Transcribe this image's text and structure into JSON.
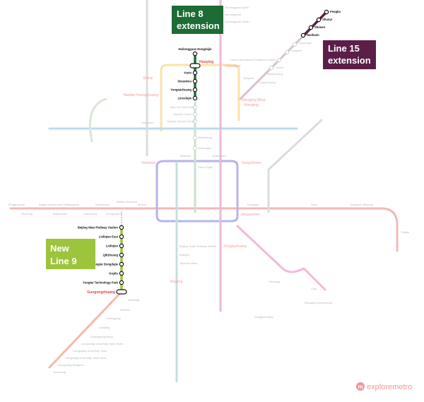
{
  "callouts": {
    "line8": [
      "Line 8",
      "extension"
    ],
    "line15": [
      "Line 15",
      "extension"
    ],
    "line9": [
      "New",
      "Line 9"
    ]
  },
  "colors": {
    "line8": "#1d6b35",
    "line15": "#5b1f47",
    "line9": "#9cc43c",
    "interchange": "#e8403f"
  },
  "line8_extension": {
    "stations": [
      "Huilongguan Dongdajie",
      "Huoying",
      "Yuxin",
      "Xixiaokou",
      "Yongtaizhuang",
      "Linculujie"
    ],
    "faded_continuation": [
      "Gate of Forest Park",
      "Olympic Green",
      "Olympic Sports Center",
      "Beitucheng",
      "Anhuaqiao",
      "Gulou Dajie"
    ]
  },
  "line15_extension": {
    "stations": [
      "Fengbo",
      "Shunyi",
      "Shimen",
      "Nanfaxin"
    ],
    "faded_continuation": [
      "Houshayu",
      "Huajiadi",
      "China International Exhibition Center",
      "Sunhe",
      "Maquanying",
      "Cuigezhuang",
      "Wangjing"
    ]
  },
  "line9_new": {
    "stations": [
      "Beijing West Railway Station",
      "Liuliqiao East",
      "Liuliqiao",
      "Qilizhuang",
      "Fengtai Dongdajie",
      "Keyilu",
      "Fengtai Technology Park",
      "Guogongzhuang"
    ]
  },
  "faded_labels": {
    "line1": [
      "Pingguoyuan",
      "Gucheng",
      "Bajiao Amusement Park",
      "Babaoshan",
      "Yuquanlu",
      "Wukesong",
      "Wanshoulu",
      "Gongzhufen",
      "Military Museum",
      "Muxidi",
      "Dongdan",
      "Sihui",
      "Tongzhou Beiyuan",
      "Tuqiao"
    ],
    "fangshan": [
      "Dabaotai",
      "Daotian",
      "Changyang",
      "Libafang",
      "Guangyangcheng",
      "Liangxiang University Town North",
      "Liangxiang University Town",
      "Liangxiang University Town West",
      "Liangxiang Nanguan",
      "Suzhuang"
    ],
    "north": [
      "Tiantongyuan North",
      "Tiantongyuan",
      "Tiantongyuan South",
      "Lishuiqiao",
      "Beiyuan",
      "Wangjing West",
      "Xi'erqi",
      "Zhichunlu",
      "Xizhimen",
      "Dongzhimen",
      "Jishuitan",
      "Andingmen"
    ],
    "south": [
      "Beijing South Railway Station",
      "Majiapu",
      "Jiaomen West",
      "Xingong",
      "Songjiazhuang",
      "Yizhuang",
      "Ciqu",
      "Yizhuang Huochezhan",
      "Songjiazhuang"
    ],
    "interchanges": [
      "Xizhimen",
      "Huilongguan",
      "Huoying",
      "Lishuiqiao",
      "Wangjing West",
      "Haidian Huangzhuang",
      "Jianguomen",
      "Songjiazhuang"
    ]
  },
  "logo": "exploremetro"
}
